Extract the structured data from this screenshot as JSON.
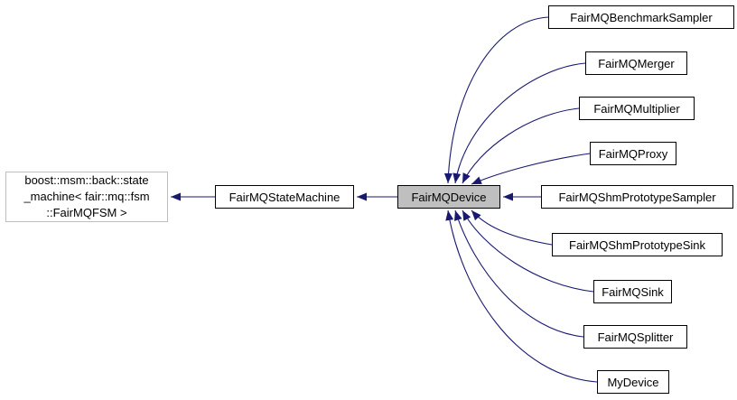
{
  "diagram": {
    "type": "inheritance-diagram",
    "nodes": {
      "boost_base": {
        "label": "boost::msm::back::state\n_machine< fair::mq::fsm\n::FairMQFSM >"
      },
      "state_machine": {
        "label": "FairMQStateMachine"
      },
      "device": {
        "label": "FairMQDevice"
      }
    },
    "derived": [
      {
        "label": "FairMQBenchmarkSampler"
      },
      {
        "label": "FairMQMerger"
      },
      {
        "label": "FairMQMultiplier"
      },
      {
        "label": "FairMQProxy"
      },
      {
        "label": "FairMQShmPrototypeSampler"
      },
      {
        "label": "FairMQShmPrototypeSink"
      },
      {
        "label": "FairMQSink"
      },
      {
        "label": "FairMQSplitter"
      },
      {
        "label": "MyDevice"
      }
    ],
    "colors": {
      "edge": "#191970",
      "highlight_fill": "#BFBFBF",
      "external_border": "#BEBEBE"
    }
  }
}
